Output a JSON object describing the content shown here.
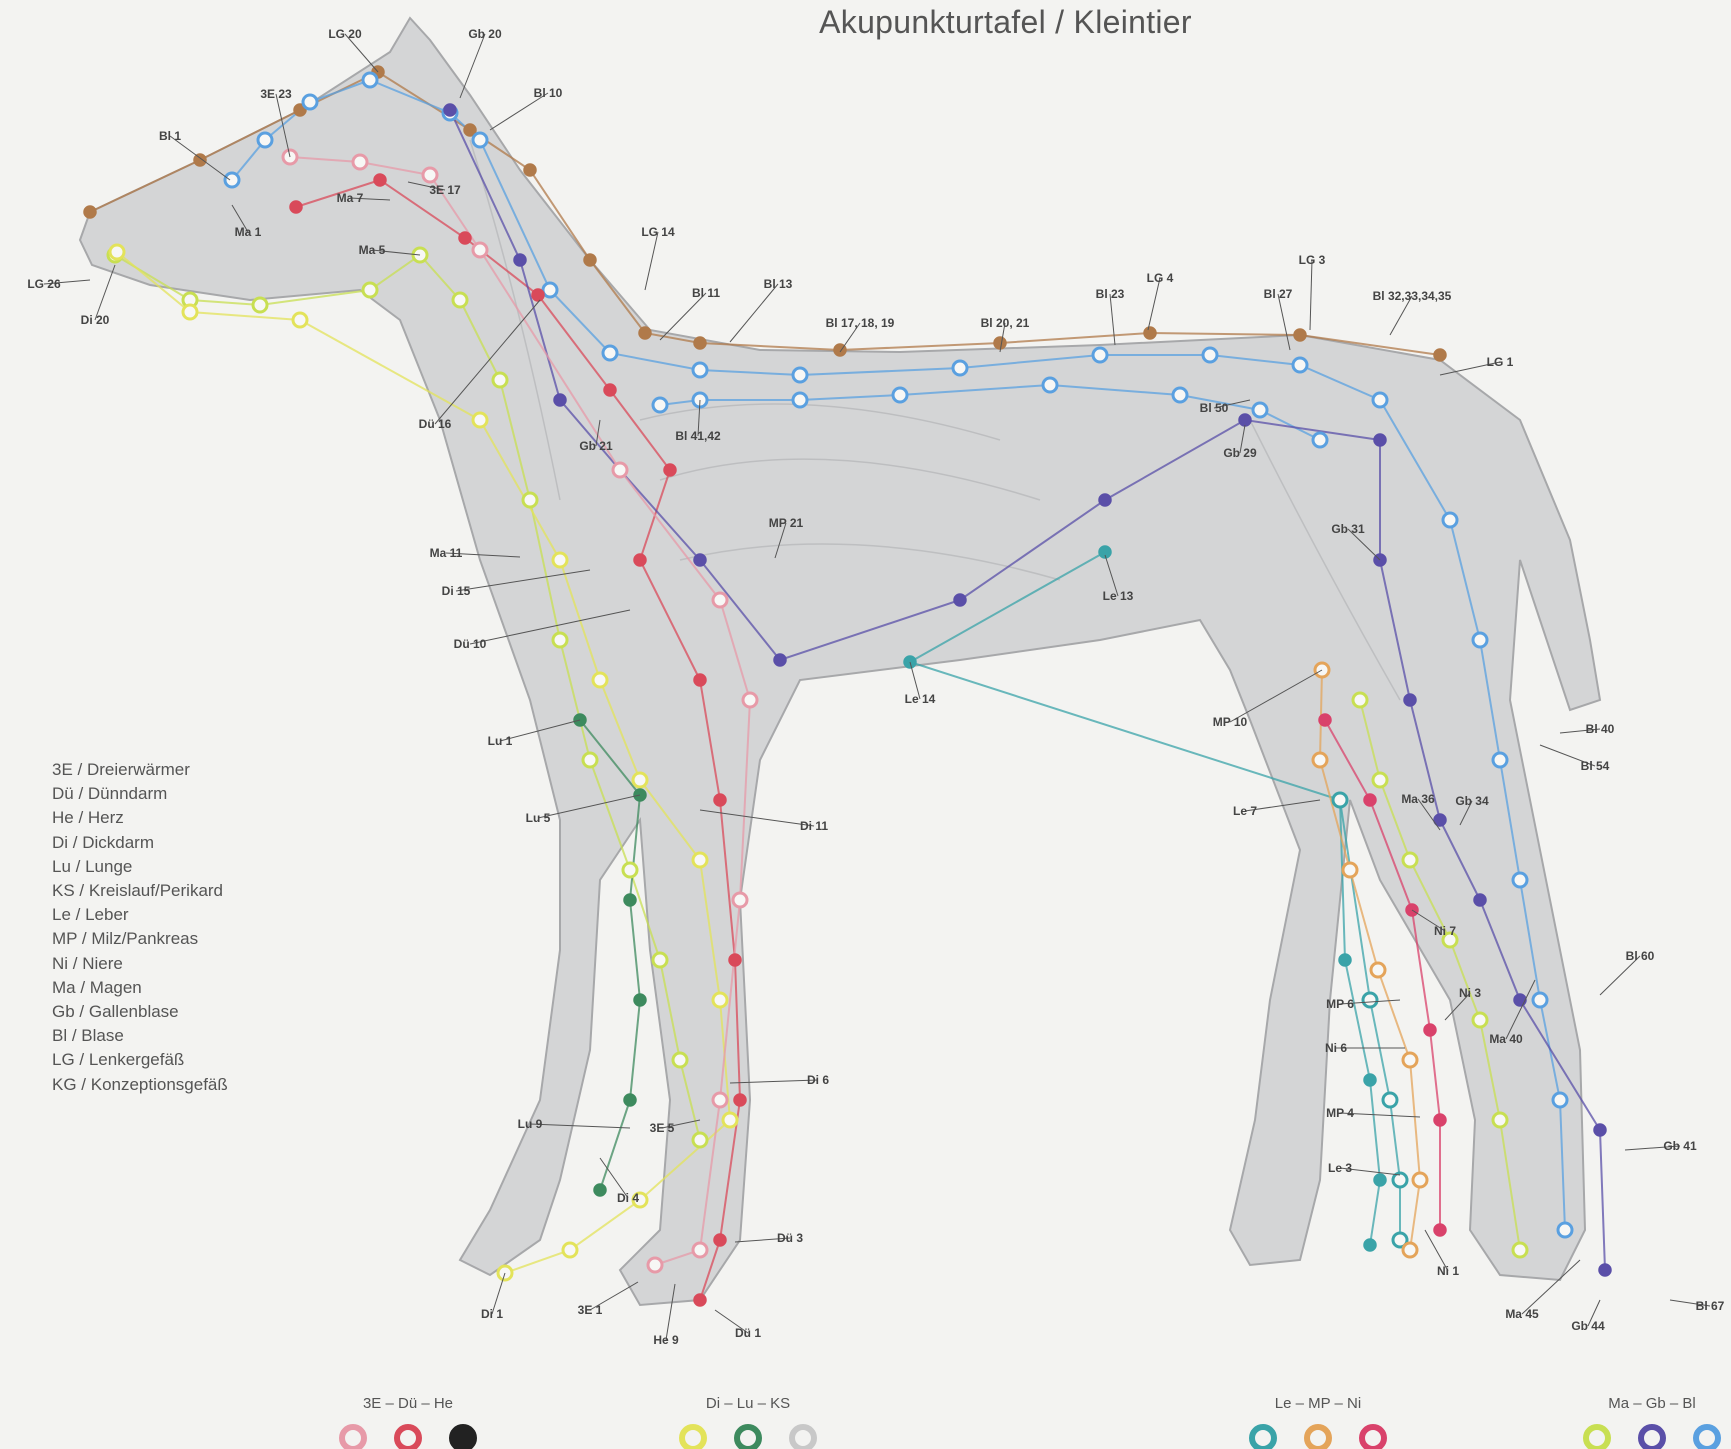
{
  "title": "Akupunkturtafel / Kleintier",
  "legend": [
    "3E / Dreierwärmer",
    "Dü / Dünndarm",
    "He / Herz",
    "Di / Dickdarm",
    "Lu / Lunge",
    "KS / Kreislauf/Perikard",
    "Le / Leber",
    "MP / Milz/Pankreas",
    "Ni / Niere",
    "Ma / Magen",
    "Gb / Gallenblase",
    "Bl / Blase",
    "LG / Lenkergefäß",
    "KG / Konzeptionsgefäß"
  ],
  "groups": [
    {
      "label": "3E – Dü – He",
      "colors": [
        "#e79aa8",
        "#d94a5a",
        "#222222"
      ]
    },
    {
      "label": "Di – Lu – KS",
      "colors": [
        "#e3e35a",
        "#3d8a5e",
        "#c8c8c8"
      ]
    },
    {
      "label": "Le – MP – Ni",
      "colors": [
        "#3aa3a8",
        "#e4a45a",
        "#d9426b"
      ]
    },
    {
      "label": "Ma – Gb – Bl",
      "colors": [
        "#c8df52",
        "#5a4fa8",
        "#5aa0e0"
      ]
    }
  ],
  "meridian_colors": {
    "3E": "#e79aa8",
    "Dü": "#d94a5a",
    "He": "#222222",
    "Di": "#e3e35a",
    "Lu": "#3d8a5e",
    "KS": "#c8c8c8",
    "Le": "#3aa3a8",
    "MP": "#e4a45a",
    "Ni": "#d9426b",
    "Ma": "#c8df52",
    "Gb": "#5a4fa8",
    "Bl": "#5aa0e0",
    "LG": "#b07a4a"
  },
  "point_labels": [
    "LG 20",
    "Gb 20",
    "Bl 10",
    "3E 23",
    "Bl 1",
    "Ma 7",
    "3E 17",
    "Ma 1",
    "Ma 5",
    "LG 26",
    "Di 20",
    "LG 14",
    "Bl 11",
    "Bl 13",
    "Bl 17, 18, 19",
    "Bl 20, 21",
    "Bl 23",
    "LG 4",
    "LG 3",
    "Bl 27",
    "Bl 32,33,34,35",
    "LG 1",
    "Bl 50",
    "Gb 29",
    "Dü 16",
    "Gb 21",
    "Bl 41,42",
    "MP 21",
    "Ma 11",
    "Di 15",
    "Dü 10",
    "Le 13",
    "Le 14",
    "Gb 31",
    "Lu 1",
    "Lu 5",
    "Di 11",
    "MP 10",
    "Bl 40",
    "Bl 54",
    "Ma 36",
    "Gb 34",
    "Le 7",
    "Ni 7",
    "Bl 60",
    "Ni 3",
    "MP 6",
    "Ni 6",
    "Ma 40",
    "MP 4",
    "Di 6",
    "Lu 9",
    "3E 5",
    "Di 4",
    "Le 3",
    "Gb 41",
    "Dü 3",
    "Di 1",
    "3E 1",
    "He 9",
    "Dü 1",
    "Ni 1",
    "Ma 45",
    "Gb 44",
    "Bl 67"
  ]
}
